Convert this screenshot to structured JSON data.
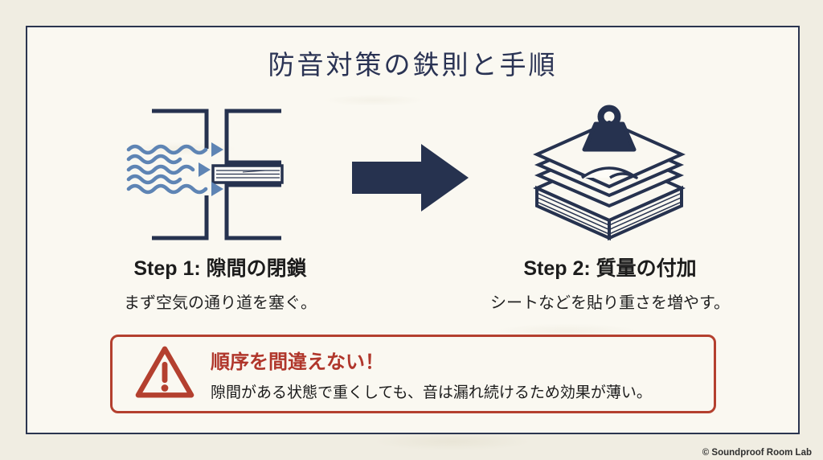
{
  "header": {
    "title": "防音対策の鉄則と手順"
  },
  "steps": [
    {
      "icon": "gap-sealing-illustration",
      "title": "Step 1: 隙間の閉鎖",
      "description": "まず空気の通り道を塞ぐ。"
    },
    {
      "icon": "mass-layers-illustration",
      "title": "Step 2: 質量の付加",
      "description": "シートなどを貼り重さを増やす。"
    }
  ],
  "flow": {
    "arrow_icon": "right-arrow-icon"
  },
  "warning": {
    "icon": "warning-triangle-icon",
    "title": "順序を間違えない！",
    "body": "隙間がある状態で重くしても、音は漏れ続けるため効果が薄い。"
  },
  "footer": {
    "credit": "© Soundproof Room Lab"
  },
  "colors": {
    "navy": "#26324f",
    "wave_blue": "#5e84b4",
    "alert_red": "#b4402f",
    "page_bg": "#f0ede2",
    "card_bg": "#faf8f1",
    "text_dark": "#1c1c1c"
  }
}
